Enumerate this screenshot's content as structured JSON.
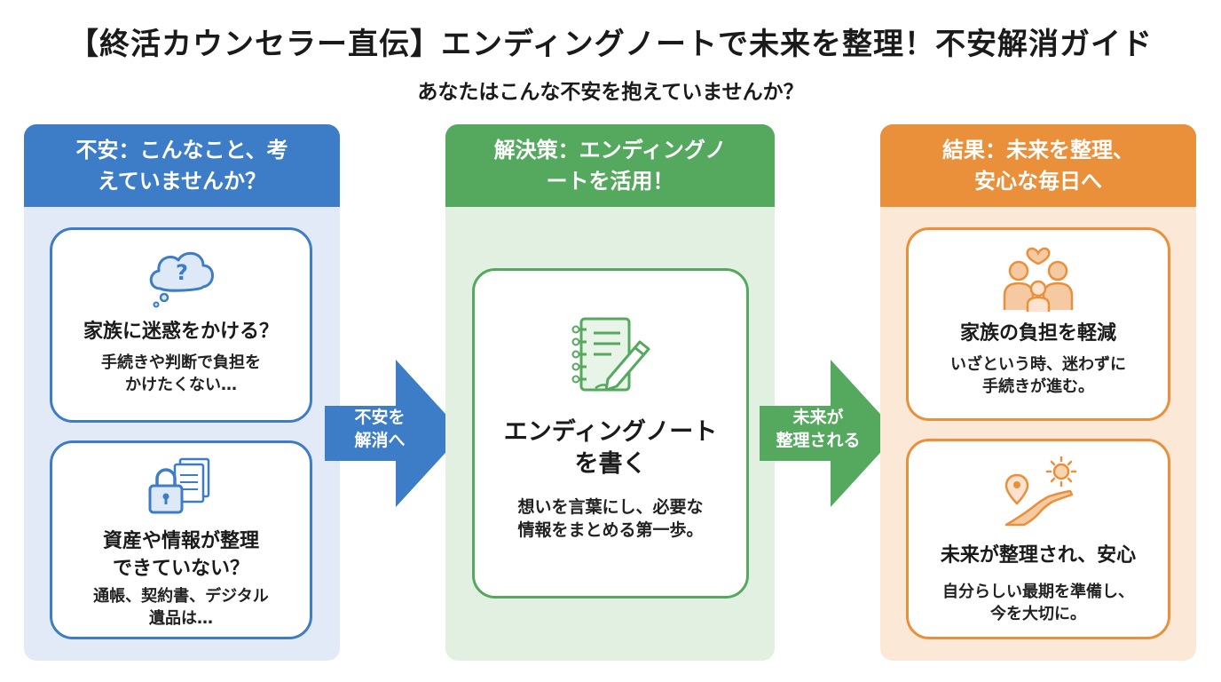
{
  "header": {
    "title": "【終活カウンセラー直伝】エンディングノートで未来を整理！不安解消ガイド",
    "subtitle": "あなたはこんな不安を抱えていませんか？"
  },
  "columns": {
    "left": {
      "heading_line1": "不安：こんなこと、考",
      "heading_line2": "えていませんか？",
      "cards": [
        {
          "icon": "question-cloud-icon",
          "title": "家族に迷惑をかける？",
          "desc_line1": "手続きや判断で負担を",
          "desc_line2": "かけたくない…"
        },
        {
          "icon": "padlock-documents-icon",
          "title_line1": "資産や情報が整理",
          "title_line2": "できていない？",
          "desc_line1": "通帳、契約書、デジタル",
          "desc_line2": "遺品は…"
        }
      ]
    },
    "middle": {
      "heading_line1": "解決策：エンディングノ",
      "heading_line2": "ートを活用！",
      "card": {
        "icon": "notebook-pen-icon",
        "title_line1": "エンディングノート",
        "title_line2": "を書く",
        "desc_line1": "想いを言葉にし、必要な",
        "desc_line2": "情報をまとめる第一歩。"
      }
    },
    "right": {
      "heading_line1": "結果：未来を整理、",
      "heading_line2": "安心な毎日へ",
      "cards": [
        {
          "icon": "family-heart-icon",
          "title": "家族の負担を軽減",
          "desc_line1": "いざという時、迷わずに",
          "desc_line2": "手続きが進む。"
        },
        {
          "icon": "road-sun-pin-icon",
          "title": "未来が整理され、安心",
          "desc_line1": "自分らしい最期を準備し、",
          "desc_line2": "今を大切に。"
        }
      ]
    }
  },
  "arrows": {
    "first_line1": "不安を",
    "first_line2": "解消へ",
    "second_line1": "未来が",
    "second_line2": "整理される"
  },
  "colors": {
    "blue": "#3d7cc6",
    "green": "#54a95e",
    "orange": "#ea8f3a"
  }
}
